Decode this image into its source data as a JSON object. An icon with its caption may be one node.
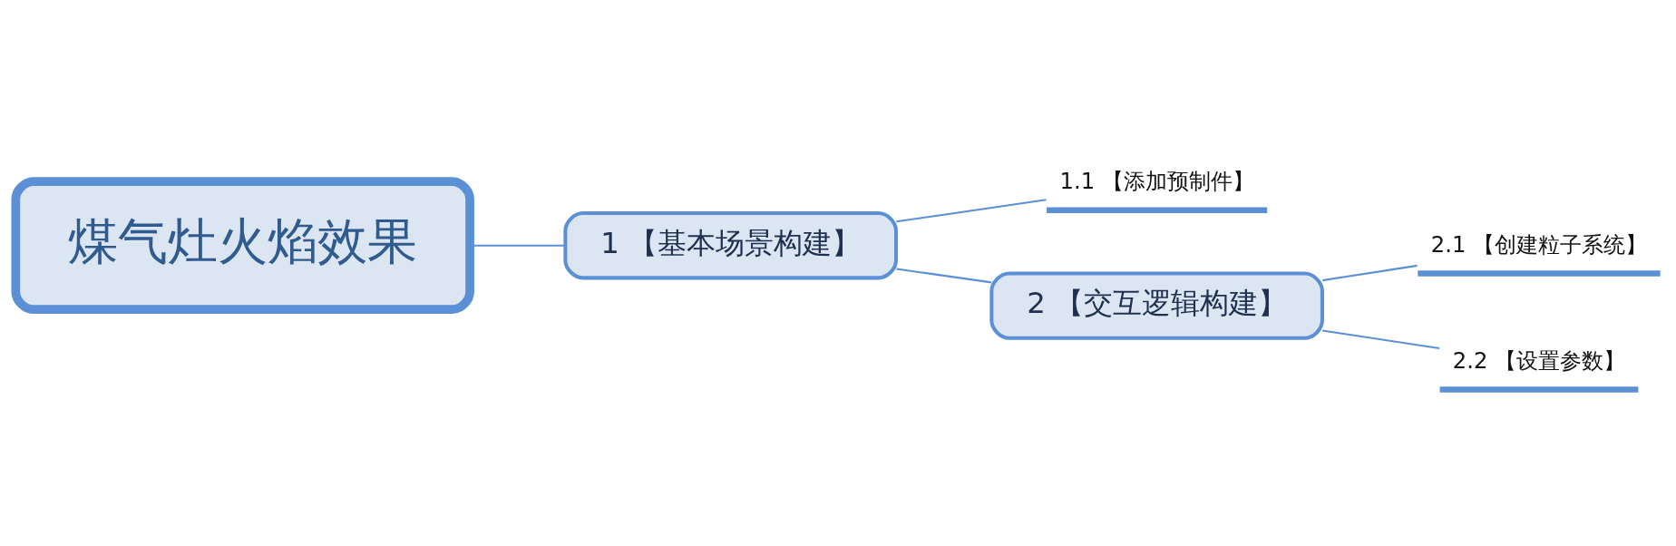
{
  "diagram": {
    "nodes": [
      {
        "text": [
          "煤气灶火焰效果"
        ]
      },
      {
        "text": [
          "1 【基本场景构建】"
        ]
      },
      {
        "text": [
          "1.1 【添加预制件】"
        ]
      },
      {
        "text": [
          "2 【交互逻辑构建】"
        ]
      },
      {
        "text": [
          "2.1 【创建粒子系统】"
        ]
      },
      {
        "text": [
          "2.2 【设置参数】"
        ]
      }
    ],
    "edges": [
      {
        "from": 0,
        "to": 1,
        "arrow": "none"
      },
      {
        "from": 1,
        "to": 2,
        "arrow": "none"
      },
      {
        "from": 1,
        "to": 3,
        "arrow": "none"
      },
      {
        "from": 3,
        "to": 4,
        "arrow": "none"
      },
      {
        "from": 3,
        "to": 5,
        "arrow": "none"
      }
    ]
  }
}
